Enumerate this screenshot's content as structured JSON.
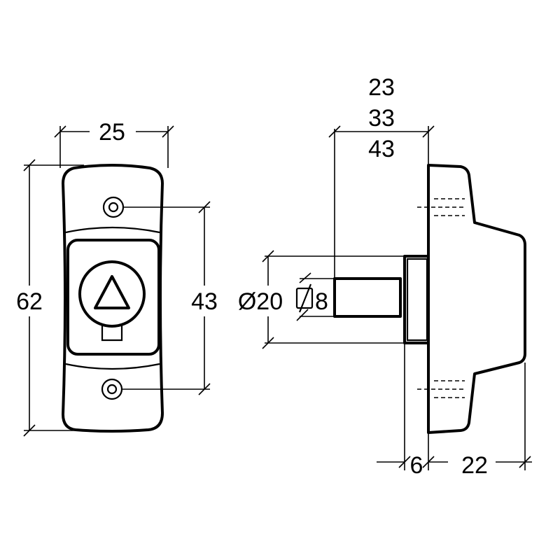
{
  "drawing": {
    "front_view": {
      "width": "25",
      "height": "62",
      "hole_spacing": "43"
    },
    "side_view": {
      "projection_options": [
        "23",
        "33",
        "43"
      ],
      "diameter": "Ø20",
      "square_spindle": "8",
      "plate_thickness": "6",
      "body_depth": "22"
    }
  }
}
